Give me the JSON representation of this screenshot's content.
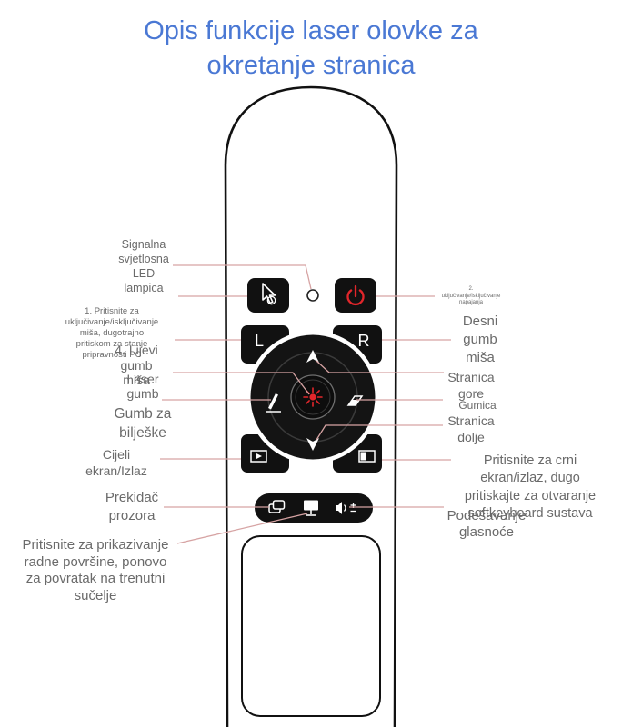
{
  "title": {
    "lines": [
      "Opis funkcije laser olovke za",
      "okretanje stranica"
    ]
  },
  "remote": {
    "left_button_label": "L",
    "right_button_label": "R",
    "icons": {
      "mouse_toggle": "cursor-icon",
      "led": "led-indicator",
      "power": "power-icon",
      "page_up": "arrow-up-icon",
      "page_down": "arrow-down-icon",
      "laser": "laser-icon",
      "notes": "pen-icon",
      "eraser": "eraser-icon",
      "fullscreen": "play-screen-icon",
      "black_screen": "black-screen-icon",
      "window_switch": "windows-icon",
      "desktop": "monitor-icon",
      "volume": "volume-plus-minus-icon"
    }
  },
  "labels": {
    "led_lamp": [
      "Signalna",
      "svjetlosna",
      "LED",
      "lampica"
    ],
    "mouse_toggle": [
      "1. Pritisnite za",
      "uključivanje/isključivanje",
      "miša, dugotrajno",
      "pritiskom za stanje",
      "pripravnosti PC"
    ],
    "left_mouse": [
      "4. Lijevi",
      "gumb",
      "miša"
    ],
    "laser": [
      "Laser",
      "gumb"
    ],
    "notes": [
      "Gumb za",
      "bilješke"
    ],
    "fullscreen": [
      "Cijeli",
      "ekran/Izlaz"
    ],
    "window_switch": [
      "Prekidač",
      "prozora"
    ],
    "desktop": [
      "Pritisnite za prikazivanje",
      "radne površine, ponovo",
      "za povratak na trenutni",
      "sučelje"
    ],
    "power": [
      "2.",
      "uključivanje/isključivanje",
      "napajanja"
    ],
    "right_mouse": [
      "Desni",
      "gumb",
      "miša"
    ],
    "page_up": [
      "Stranica",
      "gore"
    ],
    "eraser": [
      "Gumica"
    ],
    "page_down": [
      "Stranica",
      "dolje"
    ],
    "black_screen": [
      "Pritisnite za crni",
      "ekran/izlaz, dugo",
      "pritiskajte za otvaranje",
      "softkeyboard sustava"
    ],
    "volume": [
      "Podešavanje",
      "glasnoće"
    ]
  },
  "colors": {
    "title": "#4a78d4",
    "label": "#6a6a6a",
    "leader_line": "#d6a3a3",
    "button": "#111111",
    "accent_red": "#e2262b"
  }
}
